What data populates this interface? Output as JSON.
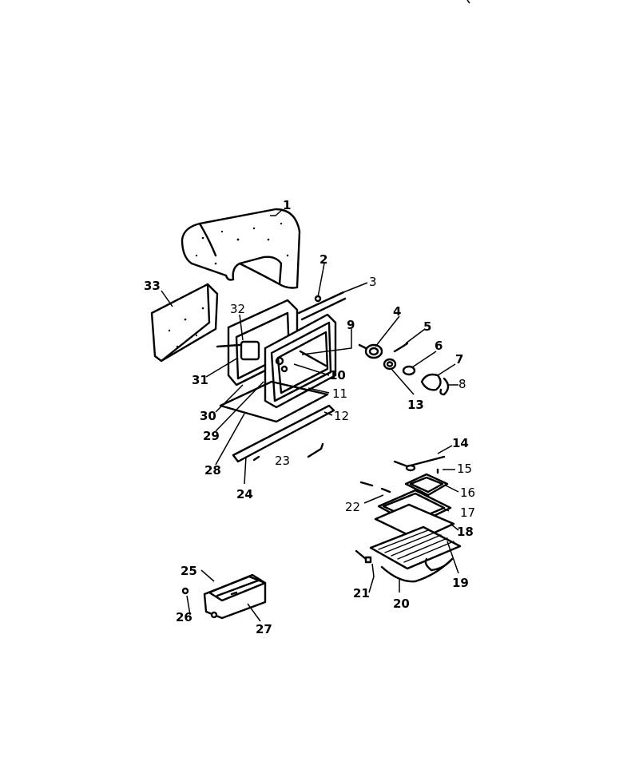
{
  "callouts": [
    {
      "id": "1",
      "text": "1"
    },
    {
      "id": "2",
      "text": "2"
    },
    {
      "id": "3",
      "text": "3"
    },
    {
      "id": "4",
      "text": "4"
    },
    {
      "id": "5",
      "text": "5"
    },
    {
      "id": "6",
      "text": "6"
    },
    {
      "id": "7",
      "text": "7"
    },
    {
      "id": "8",
      "text": "8"
    },
    {
      "id": "9",
      "text": "9"
    },
    {
      "id": "10",
      "text": "10"
    },
    {
      "id": "11",
      "text": "11"
    },
    {
      "id": "12",
      "text": "12"
    },
    {
      "id": "13",
      "text": "13"
    },
    {
      "id": "14",
      "text": "14"
    },
    {
      "id": "15",
      "text": "15"
    },
    {
      "id": "16",
      "text": "16"
    },
    {
      "id": "17",
      "text": "17"
    },
    {
      "id": "18",
      "text": "18"
    },
    {
      "id": "19",
      "text": "19"
    },
    {
      "id": "20",
      "text": "20"
    },
    {
      "id": "21",
      "text": "21"
    },
    {
      "id": "22",
      "text": "22"
    },
    {
      "id": "23",
      "text": "23"
    },
    {
      "id": "24",
      "text": "24"
    },
    {
      "id": "25",
      "text": "25"
    },
    {
      "id": "26",
      "text": "26"
    },
    {
      "id": "27",
      "text": "27"
    },
    {
      "id": "28",
      "text": "28"
    },
    {
      "id": "29",
      "text": "29"
    },
    {
      "id": "30",
      "text": "30"
    },
    {
      "id": "31",
      "text": "31"
    },
    {
      "id": "32",
      "text": "32"
    },
    {
      "id": "33",
      "text": "33"
    }
  ]
}
